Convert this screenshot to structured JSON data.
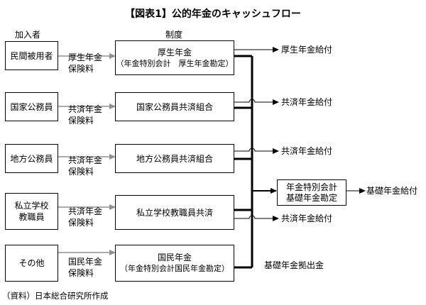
{
  "title": "【図表1】公的年金のキャッシュフロー",
  "headers": {
    "participants": "加入者",
    "system": "制度"
  },
  "rows": [
    {
      "participant": "民間被用者",
      "contrib_1": "厚生年金",
      "contrib_2": "保険料",
      "system_1": "厚生年金",
      "system_2": "（年金特別会計　厚生年金勘定）",
      "outflow": "厚生年金給付"
    },
    {
      "participant": "国家公務員",
      "contrib_1": "共済年金",
      "contrib_2": "保険料",
      "system_1": "国家公務員共済組合",
      "system_2": "",
      "outflow": "共済年金給付"
    },
    {
      "participant": "地方公務員",
      "contrib_1": "共済年金",
      "contrib_2": "保険料",
      "system_1": "地方公務員共済組合",
      "system_2": "",
      "outflow": "共済年金給付"
    },
    {
      "participant": "私立学校",
      "participant_2": "教職員",
      "contrib_1": "共済年金",
      "contrib_2": "保険料",
      "system_1": "私立学校教職員共済",
      "system_2": "",
      "outflow": "共済年金給付"
    },
    {
      "participant": "その他",
      "contrib_1": "国民年金",
      "contrib_2": "保険料",
      "system_1": "国民年金",
      "system_2": "（年金特別会計国民年金勘定）",
      "outflow": ""
    }
  ],
  "basic_account": {
    "line1": "年金特別会計",
    "line2": "基礎年金勘定",
    "outflow": "基礎年金給付"
  },
  "contribution_label": "基礎年金拠出金",
  "source": "（資料）日本総合研究所作成",
  "colors": {
    "arrow_gray": "#909090",
    "line": "#000000"
  }
}
